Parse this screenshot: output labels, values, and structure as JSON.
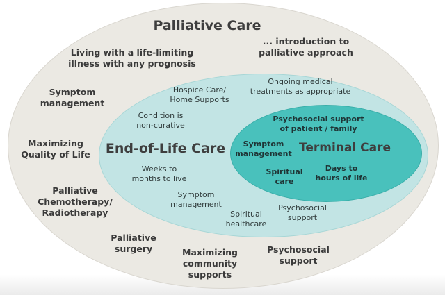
{
  "outer": {
    "title": "Palliative Care",
    "labels": {
      "intro": "... introduction to\npalliative approach",
      "living": "Living with a life-limiting\nillness with any prognosis",
      "symptom": "Symptom\nmanagement",
      "quality": "Maximizing\nQuality of Life",
      "chemo": "Palliative\nChemotherapy/\nRadiotherapy",
      "surgery": "Palliative\nsurgery",
      "community": "Maximizing\ncommunity\nsupports",
      "psychosocial": "Psychosocial\nsupport"
    }
  },
  "middle": {
    "title": "End-of-Life Care",
    "labels": {
      "hospice": "Hospice Care/\nHome Supports",
      "ongoing": "Ongoing medical\ntreatments as appropriate",
      "condition": "Condition is\nnon-curative",
      "weeks": "Weeks to\nmonths to live",
      "symptom": "Symptom\nmanagement",
      "spiritual": "Spiritual\nhealthcare",
      "psychosocial": "Psychosocial\nsupport"
    }
  },
  "inner": {
    "title": "Terminal Care",
    "labels": {
      "psychosocial": "Psychosocial support\nof patient / family",
      "symptom": "Symptom\nmanagement",
      "spiritual": "Spiritual\ncare",
      "days": "Days to\nhours of life"
    }
  }
}
